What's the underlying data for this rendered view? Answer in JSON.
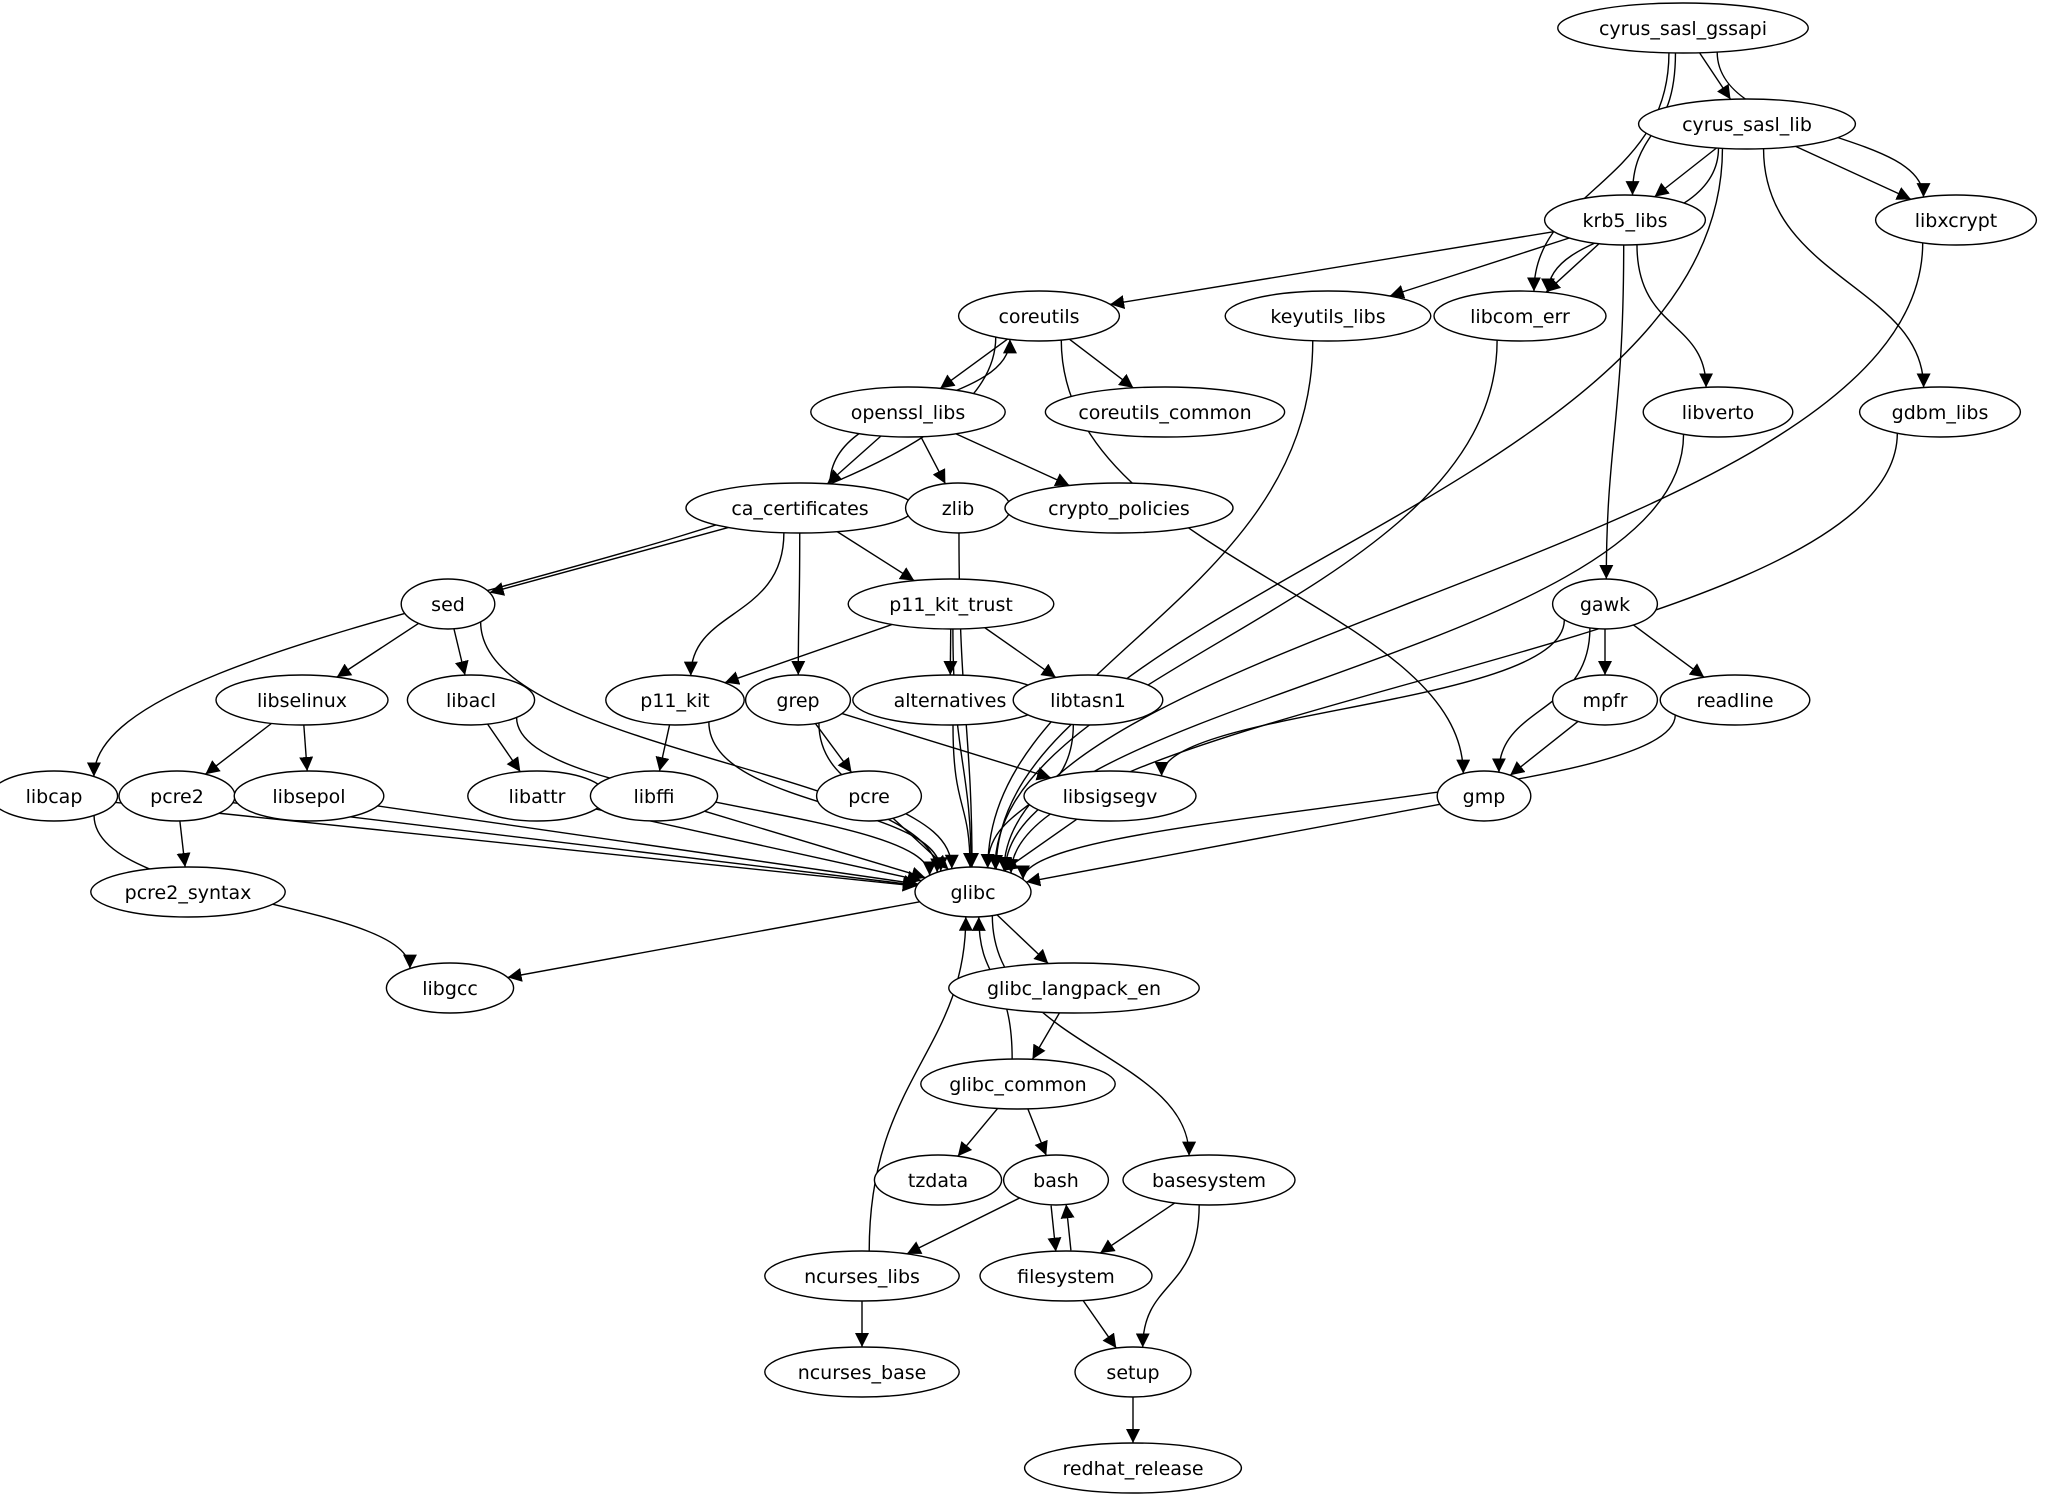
{
  "nodes": [
    {
      "id": "cyrus_sasl_gssapi",
      "label": "cyrus_sasl_gssapi"
    },
    {
      "id": "cyrus_sasl_lib",
      "label": "cyrus_sasl_lib"
    },
    {
      "id": "krb5_libs",
      "label": "krb5_libs"
    },
    {
      "id": "libxcrypt",
      "label": "libxcrypt"
    },
    {
      "id": "coreutils",
      "label": "coreutils"
    },
    {
      "id": "keyutils_libs",
      "label": "keyutils_libs"
    },
    {
      "id": "libcom_err",
      "label": "libcom_err"
    },
    {
      "id": "openssl_libs",
      "label": "openssl_libs"
    },
    {
      "id": "coreutils_common",
      "label": "coreutils_common"
    },
    {
      "id": "libverto",
      "label": "libverto"
    },
    {
      "id": "gdbm_libs",
      "label": "gdbm_libs"
    },
    {
      "id": "ca_certificates",
      "label": "ca_certificates"
    },
    {
      "id": "zlib",
      "label": "zlib"
    },
    {
      "id": "crypto_policies",
      "label": "crypto_policies"
    },
    {
      "id": "sed",
      "label": "sed"
    },
    {
      "id": "p11_kit_trust",
      "label": "p11_kit_trust"
    },
    {
      "id": "gawk",
      "label": "gawk"
    },
    {
      "id": "libselinux",
      "label": "libselinux"
    },
    {
      "id": "libacl",
      "label": "libacl"
    },
    {
      "id": "p11_kit",
      "label": "p11_kit"
    },
    {
      "id": "grep",
      "label": "grep"
    },
    {
      "id": "alternatives",
      "label": "alternatives"
    },
    {
      "id": "libtasn1",
      "label": "libtasn1"
    },
    {
      "id": "mpfr",
      "label": "mpfr"
    },
    {
      "id": "readline",
      "label": "readline"
    },
    {
      "id": "libcap",
      "label": "libcap"
    },
    {
      "id": "pcre2",
      "label": "pcre2"
    },
    {
      "id": "libsepol",
      "label": "libsepol"
    },
    {
      "id": "libattr",
      "label": "libattr"
    },
    {
      "id": "libffi",
      "label": "libffi"
    },
    {
      "id": "pcre",
      "label": "pcre"
    },
    {
      "id": "libsigsegv",
      "label": "libsigsegv"
    },
    {
      "id": "gmp",
      "label": "gmp"
    },
    {
      "id": "pcre2_syntax",
      "label": "pcre2_syntax"
    },
    {
      "id": "glibc",
      "label": "glibc"
    },
    {
      "id": "libgcc",
      "label": "libgcc"
    },
    {
      "id": "glibc_langpack_en",
      "label": "glibc_langpack_en"
    },
    {
      "id": "glibc_common",
      "label": "glibc_common"
    },
    {
      "id": "tzdata",
      "label": "tzdata"
    },
    {
      "id": "bash",
      "label": "bash"
    },
    {
      "id": "basesystem",
      "label": "basesystem"
    },
    {
      "id": "ncurses_libs",
      "label": "ncurses_libs"
    },
    {
      "id": "filesystem",
      "label": "filesystem"
    },
    {
      "id": "ncurses_base",
      "label": "ncurses_base"
    },
    {
      "id": "setup",
      "label": "setup"
    },
    {
      "id": "redhat_release",
      "label": "redhat_release"
    }
  ],
  "edges": [
    [
      "cyrus_sasl_gssapi",
      "cyrus_sasl_lib"
    ],
    [
      "cyrus_sasl_gssapi",
      "krb5_libs"
    ],
    [
      "cyrus_sasl_gssapi",
      "libxcrypt"
    ],
    [
      "cyrus_sasl_gssapi",
      "libcom_err"
    ],
    [
      "cyrus_sasl_lib",
      "krb5_libs"
    ],
    [
      "cyrus_sasl_lib",
      "libxcrypt"
    ],
    [
      "cyrus_sasl_lib",
      "libcom_err"
    ],
    [
      "cyrus_sasl_lib",
      "gdbm_libs"
    ],
    [
      "cyrus_sasl_lib",
      "glibc"
    ],
    [
      "krb5_libs",
      "coreutils"
    ],
    [
      "krb5_libs",
      "keyutils_libs"
    ],
    [
      "krb5_libs",
      "libcom_err"
    ],
    [
      "krb5_libs",
      "libverto"
    ],
    [
      "krb5_libs",
      "gawk"
    ],
    [
      "libxcrypt",
      "glibc"
    ],
    [
      "coreutils",
      "openssl_libs"
    ],
    [
      "coreutils",
      "coreutils_common"
    ],
    [
      "coreutils",
      "libcap"
    ],
    [
      "coreutils",
      "gmp"
    ],
    [
      "keyutils_libs",
      "glibc"
    ],
    [
      "libcom_err",
      "glibc"
    ],
    [
      "openssl_libs",
      "ca_certificates"
    ],
    [
      "openssl_libs",
      "zlib"
    ],
    [
      "openssl_libs",
      "crypto_policies"
    ],
    [
      "libverto",
      "glibc"
    ],
    [
      "gdbm_libs",
      "glibc"
    ],
    [
      "ca_certificates",
      "coreutils"
    ],
    [
      "ca_certificates",
      "sed"
    ],
    [
      "ca_certificates",
      "p11_kit_trust"
    ],
    [
      "ca_certificates",
      "p11_kit"
    ],
    [
      "ca_certificates",
      "grep"
    ],
    [
      "zlib",
      "glibc"
    ],
    [
      "sed",
      "libselinux"
    ],
    [
      "sed",
      "libacl"
    ],
    [
      "sed",
      "glibc"
    ],
    [
      "p11_kit_trust",
      "p11_kit"
    ],
    [
      "p11_kit_trust",
      "alternatives"
    ],
    [
      "p11_kit_trust",
      "libtasn1"
    ],
    [
      "p11_kit_trust",
      "glibc"
    ],
    [
      "gawk",
      "mpfr"
    ],
    [
      "gawk",
      "readline"
    ],
    [
      "gawk",
      "gmp"
    ],
    [
      "gawk",
      "libsigsegv"
    ],
    [
      "libselinux",
      "pcre2"
    ],
    [
      "libselinux",
      "libsepol"
    ],
    [
      "libacl",
      "libattr"
    ],
    [
      "libacl",
      "glibc"
    ],
    [
      "p11_kit",
      "libffi"
    ],
    [
      "p11_kit",
      "glibc"
    ],
    [
      "grep",
      "pcre"
    ],
    [
      "grep",
      "libsigsegv"
    ],
    [
      "grep",
      "glibc"
    ],
    [
      "alternatives",
      "glibc"
    ],
    [
      "libtasn1",
      "glibc"
    ],
    [
      "mpfr",
      "gmp"
    ],
    [
      "readline",
      "glibc"
    ],
    [
      "libcap",
      "glibc"
    ],
    [
      "libcap",
      "libgcc"
    ],
    [
      "pcre2",
      "pcre2_syntax"
    ],
    [
      "pcre2",
      "glibc"
    ],
    [
      "libsepol",
      "glibc"
    ],
    [
      "libattr",
      "glibc"
    ],
    [
      "libffi",
      "glibc"
    ],
    [
      "pcre",
      "glibc"
    ],
    [
      "libsigsegv",
      "glibc"
    ],
    [
      "gmp",
      "glibc"
    ],
    [
      "glibc",
      "libgcc"
    ],
    [
      "glibc",
      "glibc_langpack_en"
    ],
    [
      "glibc",
      "basesystem"
    ],
    [
      "glibc_langpack_en",
      "glibc_common"
    ],
    [
      "glibc_common",
      "glibc"
    ],
    [
      "glibc_common",
      "tzdata"
    ],
    [
      "glibc_common",
      "bash"
    ],
    [
      "bash",
      "ncurses_libs"
    ],
    [
      "bash",
      "filesystem"
    ],
    [
      "basesystem",
      "filesystem"
    ],
    [
      "basesystem",
      "setup"
    ],
    [
      "ncurses_libs",
      "glibc"
    ],
    [
      "ncurses_libs",
      "ncurses_base"
    ],
    [
      "filesystem",
      "bash"
    ],
    [
      "filesystem",
      "setup"
    ],
    [
      "setup",
      "redhat_release"
    ]
  ]
}
